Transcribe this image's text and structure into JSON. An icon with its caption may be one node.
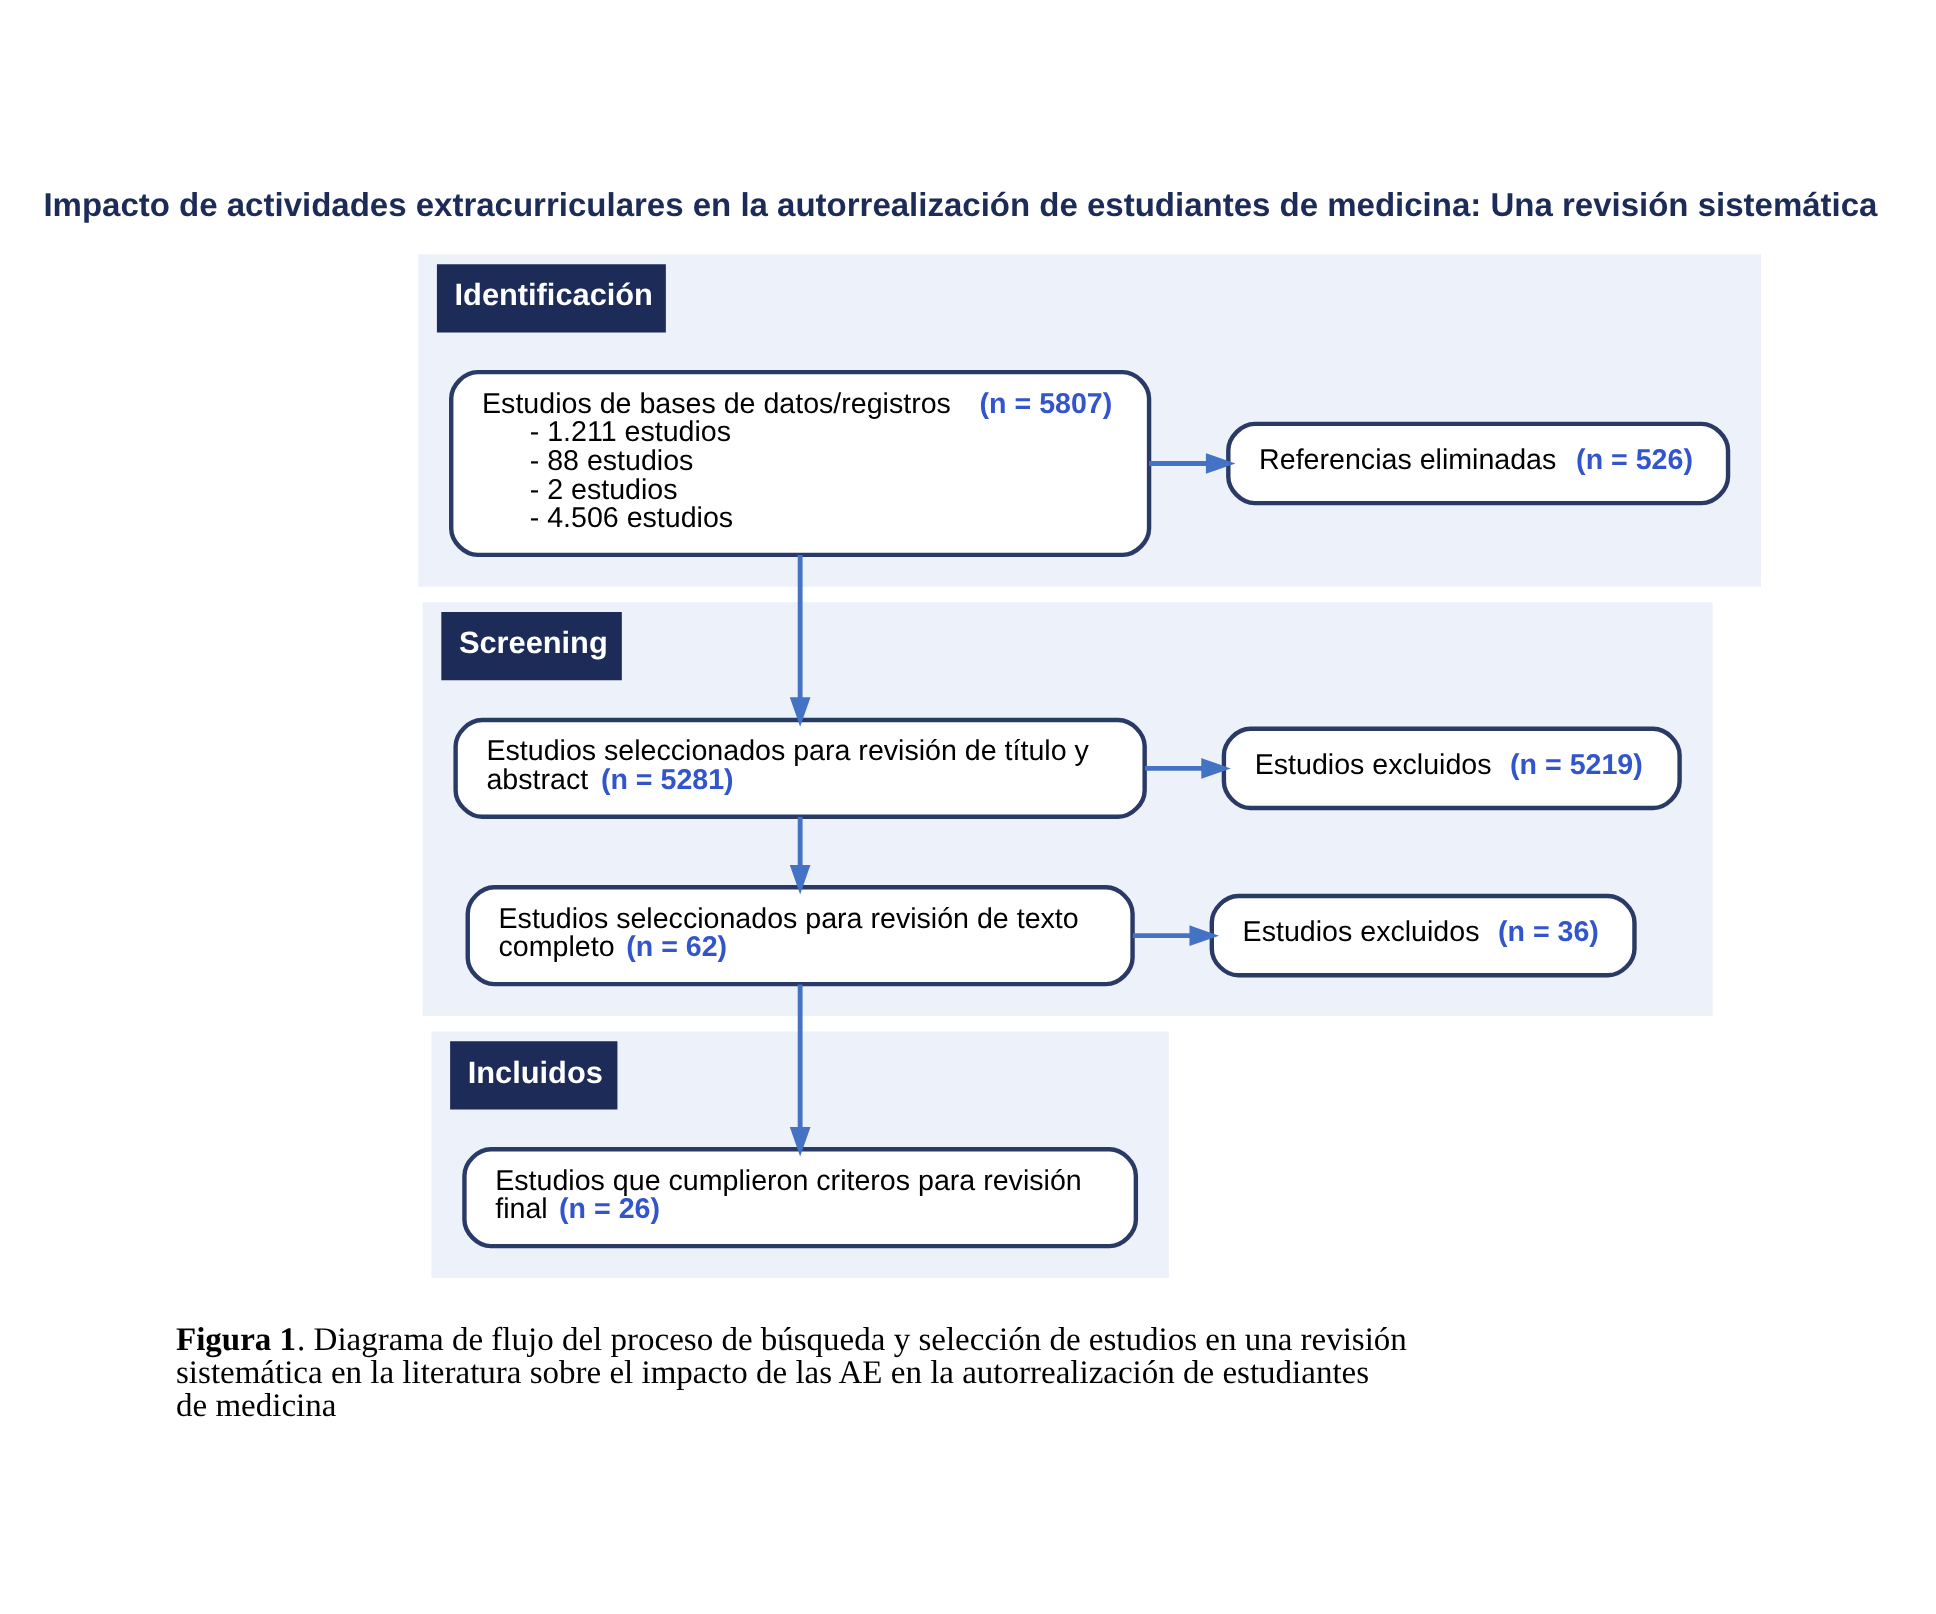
{
  "diagram": {
    "title": "Impacto de actividades extracurriculares en la autorrealización de estudiantes de medicina: Una revisión sistemática",
    "caption": "**Figura 1**. Diagrama de flujo del proceso de búsqueda y selección de estudios en una revisión sistemática en la literatura sobre el impacto de las AE en la autorrealización de estudiantes de medicina",
    "nodes": [
      {
        "text": [
          "Identificación"
        ]
      },
      {
        "text": [
          "Estudios de bases de datos/registros **(n = 5807)**",
          "- 1.211 estudios",
          "- 88 estudios",
          "- 2 estudios",
          "- 4.506 estudios"
        ],
        "in": 0
      },
      {
        "text": [
          "Referencias eliminadas **(n = 526)**"
        ],
        "in": 0
      },
      {
        "text": [
          "Screening"
        ]
      },
      {
        "text": [
          "Estudios seleccionados para revisión de título y abstract **(n = 5281)**"
        ],
        "in": 3
      },
      {
        "text": [
          "Estudios excluidos **(n = 5219)**"
        ],
        "in": 3
      },
      {
        "text": [
          "Estudios seleccionados para revisión de texto completo **(n = 62)**"
        ],
        "in": 3
      },
      {
        "text": [
          "Estudios excluidos **(n = 36)**"
        ],
        "in": 3
      },
      {
        "text": [
          "Incluidos"
        ]
      },
      {
        "text": [
          "Estudios que cumplieron criteros para revisión final **(n = 26)**"
        ],
        "in": 8
      }
    ],
    "edges": [
      {
        "from": 1,
        "to": 2,
        "arrow": "to"
      },
      {
        "from": 1,
        "to": 4,
        "arrow": "to"
      },
      {
        "from": 4,
        "to": 5,
        "arrow": "to"
      },
      {
        "from": 4,
        "to": 6,
        "arrow": "to"
      },
      {
        "from": 6,
        "to": 7,
        "arrow": "to"
      },
      {
        "from": 6,
        "to": 9,
        "arrow": "to"
      }
    ]
  }
}
